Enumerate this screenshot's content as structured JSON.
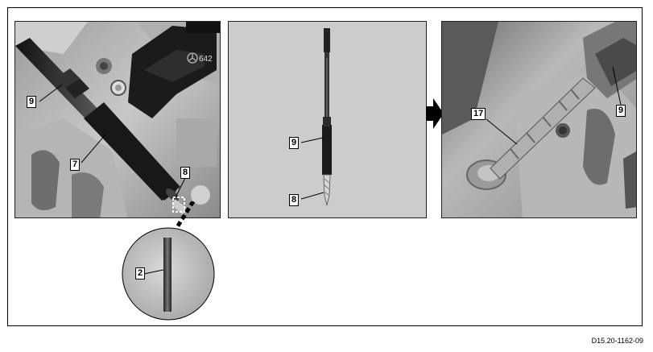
{
  "figure": {
    "reference_code": "D15.20-1162-09",
    "panel1": {
      "callouts": [
        "9",
        "7",
        "8"
      ],
      "badge_text": "642"
    },
    "panel2": {
      "callouts": [
        "9",
        "8"
      ]
    },
    "panel3": {
      "callouts": [
        "17",
        "9"
      ]
    },
    "detail": {
      "callouts": [
        "2"
      ]
    }
  }
}
